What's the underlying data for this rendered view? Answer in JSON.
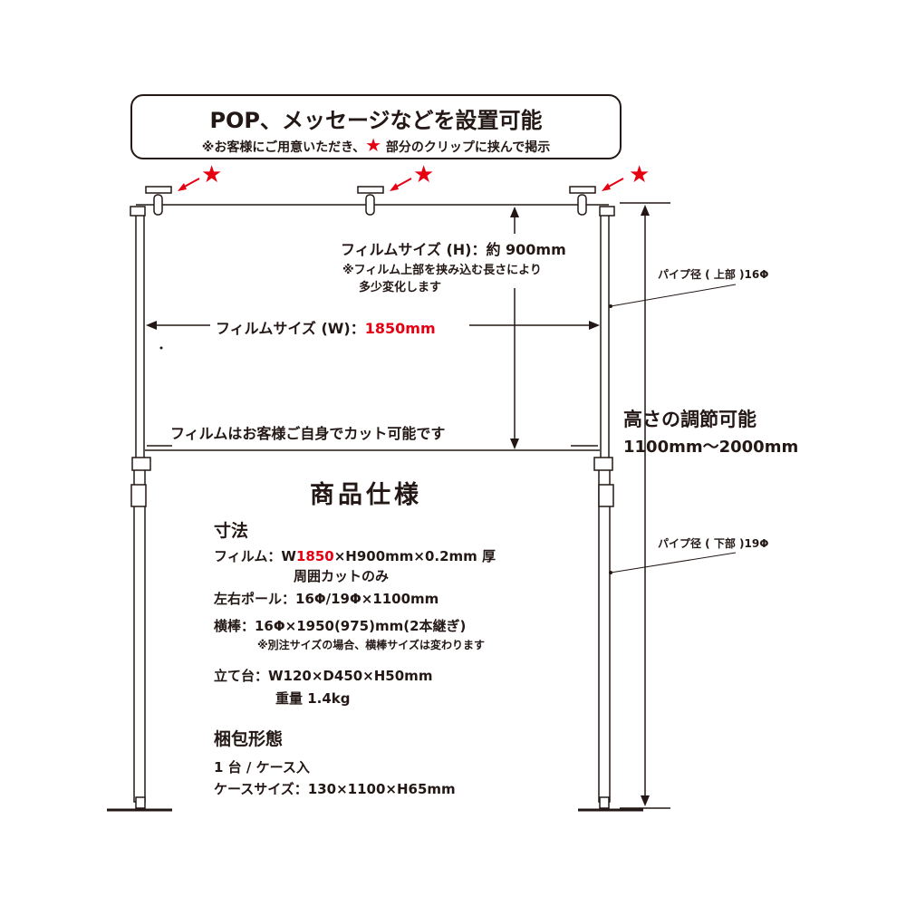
{
  "callout": {
    "title": "POP、メッセージなどを設置可能",
    "note_prefix": "※お客様にご用意いただき、",
    "note_star": "★",
    "note_suffix": " 部分のクリップに挟んで掲示"
  },
  "clip_markers": [
    "★",
    "★",
    "★"
  ],
  "dimensions": {
    "film_h_label": "フィルムサイズ (H)：約 900mm",
    "film_h_note_1": "※フィルム上部を挟み込む長さにより",
    "film_h_note_2": "多少変化します",
    "film_w_label": "フィルムサイズ (W)：",
    "film_w_value": "1850mm",
    "film_cut_note": "フィルムはお客様ご自身でカット可能です",
    "pipe_upper": "パイプ径 ( 上部 )16Φ",
    "pipe_lower": "パイプ径 ( 下部 )19Φ",
    "height_adjust_title": "高さの調節可能",
    "height_adjust_range": "1100mm～2000mm"
  },
  "specs": {
    "title": "商品仕様",
    "size_heading": "寸法",
    "film_label": "フィルム：W",
    "film_w": "1850",
    "film_rest": "×H900mm×0.2mm 厚",
    "film_note": "周囲カットのみ",
    "poles": "左右ポール：16Φ/19Φ×1100mm",
    "crossbar": "横棒：16Φ×1950(975)mm(2本継ぎ)",
    "crossbar_note": "※別注サイズの場合、横棒サイズは変わります",
    "stand": "立て台：W120×D450×H50mm",
    "weight": "重量 1.4kg",
    "packing_heading": "梱包形態",
    "packing_qty": "1 台 / ケース入",
    "case_size": "ケースサイズ：130×1100×H65mm"
  },
  "colors": {
    "accent": "#e50012",
    "ink": "#231815"
  }
}
